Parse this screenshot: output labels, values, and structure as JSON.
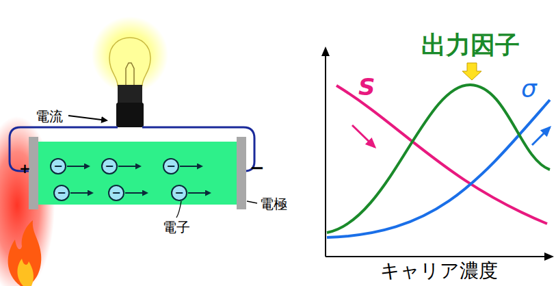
{
  "diagram": {
    "nodes": [
      {
        "text": [
          "−"
        ]
      },
      {
        "text": [
          "−"
        ]
      },
      {
        "text": [
          "−"
        ]
      },
      {
        "text": [
          "−"
        ]
      },
      {
        "text": [
          "−"
        ]
      },
      {
        "text": [
          "−"
        ]
      }
    ],
    "labels": [
      "電流",
      "+",
      "−",
      "電極",
      "電子",
      "出力因子",
      "S",
      "σ",
      "キャリア濃度"
    ]
  }
}
